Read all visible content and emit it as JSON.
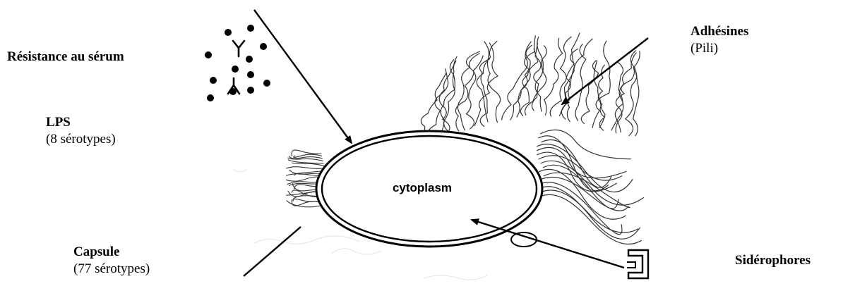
{
  "labels": {
    "serum": {
      "title": "Résistance au sérum"
    },
    "lps": {
      "title": "LPS",
      "subtitle": "(8 sérotypes)"
    },
    "capsule": {
      "title": "Capsule",
      "subtitle": "(77 sérotypes)"
    },
    "adhesines": {
      "title": "Adhésines",
      "subtitle": "(Pili)"
    },
    "siderophores": {
      "title": "Sidérophores"
    }
  },
  "cell": {
    "cytoplasm_label": "cytoplasm"
  },
  "icons": [
    "antibody-icon",
    "complement-dot-icon",
    "siderophore-receptor-icon"
  ]
}
